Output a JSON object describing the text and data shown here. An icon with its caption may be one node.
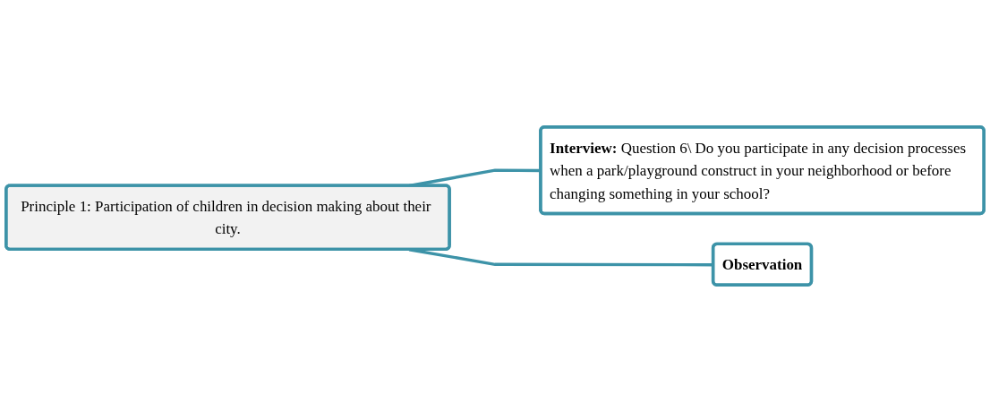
{
  "diagram": {
    "nodes": [
      {
        "text": [
          "Principle 1: Participation of children in decision making about their city."
        ]
      },
      {
        "text": [
          "**Interview:** Question 6\\ Do you participate in any decision processes when a park/playground construct in your neighborhood or before changing something in your school?"
        ]
      },
      {
        "text": [
          "Observation"
        ]
      }
    ],
    "edges": [
      {
        "from": 0,
        "to": 1,
        "arrow": "none"
      },
      {
        "from": 0,
        "to": 2,
        "arrow": "none"
      }
    ]
  }
}
